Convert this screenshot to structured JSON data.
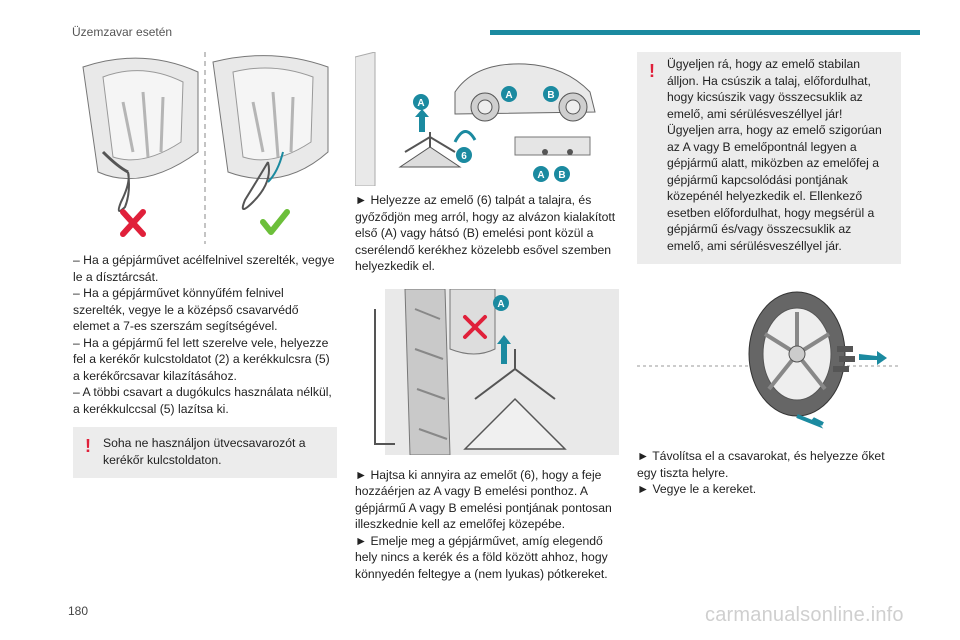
{
  "header": {
    "section_title": "Üzemzavar esetén",
    "accent_color": "#1b8aa0"
  },
  "page_number": "180",
  "watermark": "carmanualsonline.info",
  "col1": {
    "figure_icons": [
      "cross-icon",
      "check-icon"
    ],
    "paragraphs": [
      "– Ha a gépjárművet acélfelnivel szerelték, vegye le a dísztárcsát.",
      "– Ha a gépjárművet könnyűfém felnivel szerelték, vegye le a középső csavarvédő elemet a 7-es szerszám segítségével.",
      "– Ha a gépjármű fel lett szerelve vele, helyezze fel a kerékőr kulcstoldatot (2) a kerékkulcsra (5) a kerékőrcsavar kilazításához.",
      "– A többi csavart a dugókulcs használata nélkül, a kerékkulccsal (5) lazítsa ki."
    ],
    "warning": "Soha ne használjon ütvecsavarozót a kerékőr kulcstoldaton."
  },
  "col2": {
    "fig1_labels": {
      "a": "A",
      "b": "B",
      "six": "6"
    },
    "para1": "► Helyezze az emelő (6) talpát a talajra, és győződjön meg arról, hogy az alvázon kialakított első (A) vagy hátsó (B) emelési pont közül a cserélendő kerékhez közelebb esővel szemben helyezkedik el.",
    "fig2_label": "A",
    "para2_lines": [
      "► Hajtsa ki annyira az emelőt (6), hogy a feje hozzáérjen az A vagy B emelési ponthoz. A gépjármű A vagy B emelési pontjának pontosan illeszkednie kell az emelőfej közepébe.",
      "► Emelje meg a gépjárművet, amíg elegendő hely nincs a kerék és a föld között ahhoz, hogy könnyedén feltegye a (nem lyukas) pótkereket."
    ]
  },
  "col3": {
    "warning_lines": [
      "Ügyeljen rá, hogy az emelő stabilan álljon. Ha csúszik a talaj, előfordulhat, hogy kicsúszik vagy összecsuklik az emelő, ami sérülésveszéllyel jár!",
      "Ügyeljen arra, hogy az emelő szigorúan az A vagy B emelőpontnál legyen a gépjármű alatt, miközben az emelőfej a gépjármű kapcsolódási pontjának közepénél helyezkedik el. Ellenkező esetben előfordulhat, hogy megsérül a gépjármű és/vagy összecsuklik az emelő, ami sérülésveszéllyel jár."
    ],
    "paragraphs": [
      "► Távolítsa el a csavarokat, és helyezze őket egy tiszta helyre.",
      "► Vegye le a kereket."
    ]
  }
}
